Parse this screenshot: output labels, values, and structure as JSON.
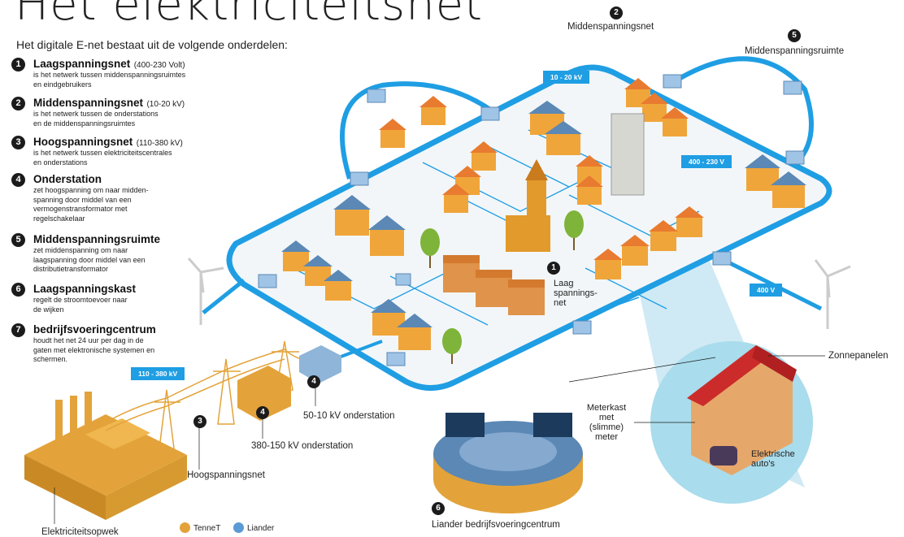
{
  "title": "Het elektriciteitsnet",
  "intro": "Het digitale E-net bestaat uit de volgende onderdelen:",
  "items": [
    {
      "num": "1",
      "name": "Laagspanningsnet",
      "volt": "(400-230 Volt)",
      "desc": [
        "is het netwerk tussen middenspanningsruimtes",
        "en eindgebruikers"
      ]
    },
    {
      "num": "2",
      "name": "Middenspanningsnet",
      "volt": "(10-20 kV)",
      "desc": [
        "is het netwerk tussen de onderstations",
        "en de middenspanningsruimtes"
      ]
    },
    {
      "num": "3",
      "name": "Hoogspanningsnet",
      "volt": "(110-380 kV)",
      "desc": [
        "is het netwerk tussen elektriciteitscentrales",
        "en onderstations"
      ]
    },
    {
      "num": "4",
      "name": "Onderstation",
      "volt": "",
      "desc": [
        "zet hoogspanning om naar midden-",
        "spanning door middel van een",
        "vermogenstransformator met",
        "regelschakelaar"
      ]
    },
    {
      "num": "5",
      "name": "Middenspanningsruimte",
      "volt": "",
      "desc": [
        "zet middenspanning om naar",
        "laagspanning door middel van een",
        "distributietransformator"
      ]
    },
    {
      "num": "6",
      "name": "Laagspanningskast",
      "volt": "",
      "desc": [
        "regelt de stroomtoevoer naar",
        "de wijken"
      ]
    },
    {
      "num": "7",
      "name": "bedrijfsvoeringcentrum",
      "volt": "",
      "desc": [
        "houdt het net 24 uur per dag in de",
        "gaten met elektronische systemen en",
        "schermen."
      ]
    }
  ],
  "labels": {
    "middenspanningsnet": "Middenspanningsnet",
    "middenspanningsnet_num": "2",
    "middenspanningsruimte": "Middenspanningsruimte",
    "middenspanningsruimte_num": "5",
    "laag_num": "1",
    "laag": [
      "Laag",
      "spannings-",
      "net"
    ],
    "onderstation_50": "50-10 kV onderstation",
    "onderstation_50_num": "4",
    "onderstation_380": "380-150 kV onderstation",
    "onderstation_380_num": "4",
    "hoogspanningsnet": "Hoogspanningsnet",
    "hoogspanningsnet_num": "3",
    "opwek": "Elektriciteitsopwek",
    "centrum": "Liander bedrijfsvoeringcentrum",
    "centrum_num": "6",
    "zonnepanelen": "Zonnepanelen",
    "meterkast": [
      "Meterkast",
      "met",
      "(slimme)",
      "meter"
    ],
    "autos": [
      "Elektrische",
      "auto's"
    ]
  },
  "voltage_tags": [
    "10 - 20 kV",
    "400 - 230 V",
    "400  V",
    "110 - 380 kV"
  ],
  "legend": [
    {
      "label": "TenneT",
      "color": "#e3a33a"
    },
    {
      "label": "Liander",
      "color": "#5b9bd5"
    }
  ],
  "colors": {
    "net_blue": "#1f9ee3",
    "house_orange": "#f0a53a",
    "roof_orange": "#e87b2f",
    "tennet_gold": "#e3a33a",
    "bubble": "#a9dcec"
  }
}
